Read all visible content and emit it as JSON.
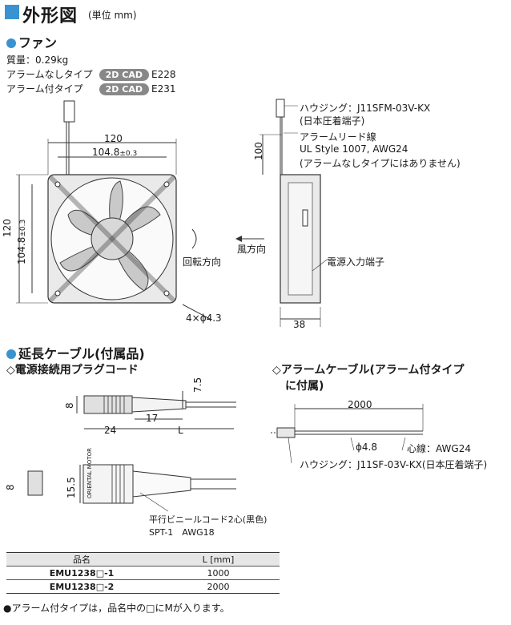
{
  "title": "外形図",
  "title_unit": "(単位 mm)",
  "fan": {
    "heading": "ファン",
    "mass": "質量：0.29kg",
    "type1_label": "アラームなしタイプ",
    "type1_cad": "2D CAD",
    "type1_code": "E228",
    "type2_label": "アラーム付タイプ",
    "type2_cad": "2D CAD",
    "type2_code": "E231"
  },
  "dims": {
    "d120_top": "120",
    "d104_top": "104.8",
    "d104_top_tol": "±0.3",
    "d120_left": "120",
    "d104_left": "104.8",
    "d104_left_tol": "±0.3",
    "d100": "100",
    "d38": "38",
    "holes": "4×ϕ4.3",
    "rotation": "回転方向",
    "wind": "風方向",
    "housing": "ハウジング：J11SFM-03V-KX",
    "housing_sub": "(日本圧着端子)",
    "alarm_lead": "アラームリード線",
    "ul": "UL Style 1007, AWG24",
    "alarm_note": "(アラームなしタイプにはありません)",
    "power_terminal": "電源入力端子"
  },
  "cable": {
    "heading": "延長ケーブル(付属品)",
    "plug_heading": "◇電源接続用プラグコード",
    "alarm_heading_l1": "◇アラームケーブル(アラーム付タイプ",
    "alarm_heading_l2": "に付属)",
    "d8a": "8",
    "d75": "7.5",
    "d17": "17",
    "d24": "24",
    "dL": "L",
    "d8b": "8",
    "d155": "15.5",
    "plug_brand": "ORIENTAL MOTOR",
    "cord1": "平行ビニールコード2心(黒色)",
    "cord2": "SPT-1　AWG18",
    "d2000": "2000",
    "d48": "ϕ4.8",
    "core": "心線：AWG24",
    "alarm_housing": "ハウジング：J11SF-03V-KX(日本圧着端子)"
  },
  "table": {
    "headers": [
      "品名",
      "L [mm]"
    ],
    "rows": [
      [
        "EMU1238□-1",
        "1000"
      ],
      [
        "EMU1238□-2",
        "2000"
      ]
    ]
  },
  "footnote": "●アラーム付タイプは，品名中の□にMが入ります。",
  "colors": {
    "accent": "#3a93d1",
    "fan_body": "#e8e8e8",
    "fan_blade": "#c4c4c4",
    "header_bg": "#e6e6e6"
  }
}
